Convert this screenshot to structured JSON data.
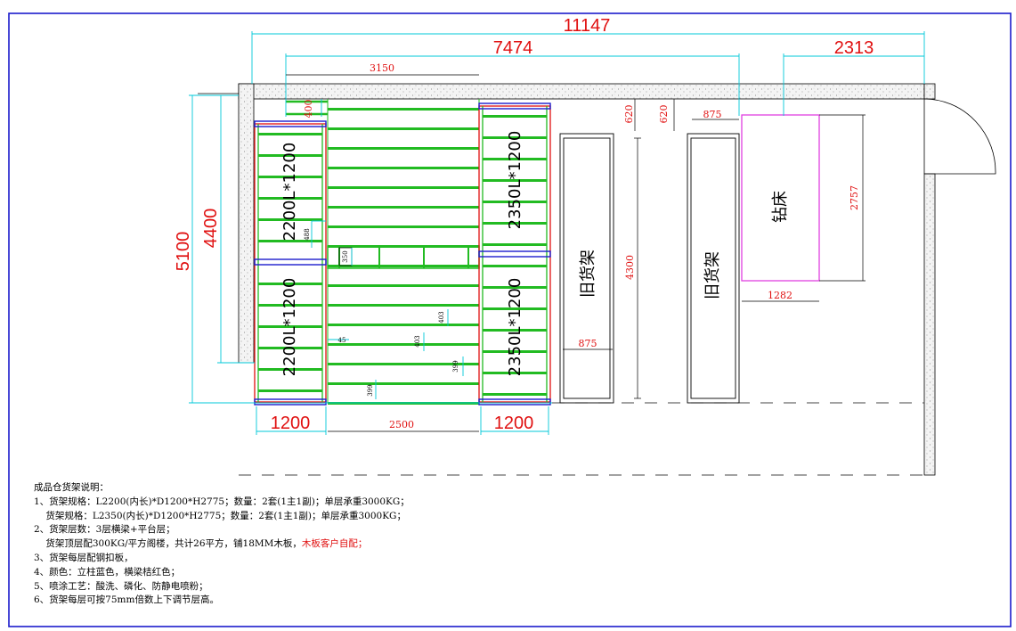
{
  "dims": {
    "total_width": "11147",
    "width_7474": "7474",
    "width_2313": "2313",
    "width_3150": "3150",
    "d400": "400",
    "d620a": "620",
    "d620b": "620",
    "d875_top": "875",
    "d875_left": "875",
    "height_5100": "5100",
    "height_4400": "4400",
    "height_4300": "4300",
    "height_2757": "2757",
    "width_1282": "1282",
    "width_1200_left": "1200",
    "width_2500": "2500",
    "width_1200_right": "1200",
    "d488": "488",
    "d350": "350",
    "d403a": "403",
    "d403b": "403",
    "d45": "45",
    "d399a": "399",
    "d399b": "399"
  },
  "labels": {
    "rack_left_upper": "2200L*1200",
    "rack_left_lower": "2200L*1200",
    "rack_right_upper": "2350L*1200",
    "rack_right_lower": "2350L*1200",
    "old_rack_1": "旧货架",
    "old_rack_2": "旧货架",
    "drill": "钻床"
  },
  "notes": {
    "title": "成品仓货架说明：",
    "line1": "1、货架规格：L2200(内长)*D1200*H2775；数量：2套(1主1副)；单层承重3000KG；",
    "line1b": "    货架规格：L2350(内长)*D1200*H2775；数量：2套(1主1副)；单层承重3000KG；",
    "line2": "2、货架层数：3层横梁+平台层；",
    "line2b_prefix": "    货架顶层配300KG/平方阁楼，共计26平方，铺18MM木板，",
    "line2b_highlight": "木板客户自配；",
    "line3": "3、货架每层配钢扣板，",
    "line4": "4、颜色：立柱蓝色，横梁桔红色；",
    "line5": "5、喷涂工艺：酸洗、磷化、防静电喷粉；",
    "line6": "6、货架每层可按75mm倍数上下调节层高。"
  },
  "colors": {
    "frame": "#1c1ccc",
    "dimension": "#00c8d8",
    "shelf": "#22bb22",
    "rack_red": "#e01010",
    "rack_blue": "#1c1ccc",
    "drill_box": "#e040e0",
    "wall_fill": "#f3f3f3"
  }
}
